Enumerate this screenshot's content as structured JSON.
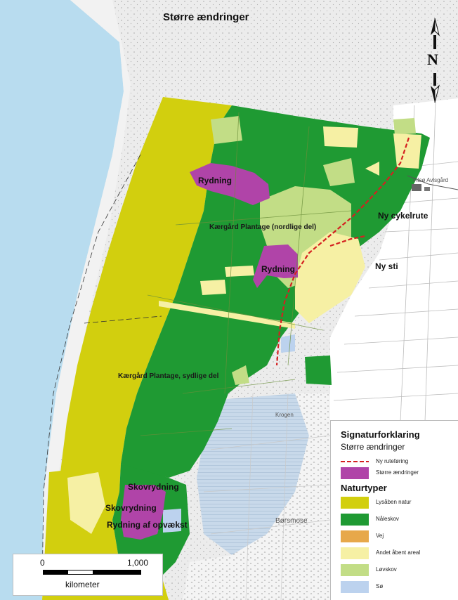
{
  "title": "Større ændringer",
  "north_label": "N",
  "labels": {
    "rydning_1": "Rydning",
    "rydning_2": "Rydning",
    "plantage_north": "Kærgård Plantage (nordlige del)",
    "plantage_south": "Kærgård Plantage, sydlige del",
    "ny_cykelrute": "Ny cykelrute",
    "ny_sti": "Ny sti",
    "skovrydning_1": "Skovrydning",
    "skovrydning_2": "Skovrydning",
    "rydning_opvaekst": "Rydning af opvækst"
  },
  "base_labels": {
    "filso": "Filsø Avlsgård",
    "borsmose": "Børsmose",
    "krogen": "Krogen"
  },
  "legend": {
    "title": "Signaturforklaring",
    "subtitle": "Større ændringer",
    "changes": [
      {
        "label": "Ny ruteføring",
        "type": "dash",
        "color": "#d42020"
      },
      {
        "label": "Større ændringer",
        "type": "fill",
        "color": "#b044a8"
      }
    ],
    "naturtyper_title": "Naturtyper",
    "naturtyper": [
      {
        "label": "Lysåben natur",
        "color": "#d2cf0e"
      },
      {
        "label": "Nåleskov",
        "color": "#1f9a33"
      },
      {
        "label": "Vej",
        "color": "#e7a84a"
      },
      {
        "label": "Andet åbent areal",
        "color": "#f6f0a4"
      },
      {
        "label": "Løvskov",
        "color": "#c2dd86"
      },
      {
        "label": "Sø",
        "color": "#bcd2ee"
      }
    ]
  },
  "scalebar": {
    "start": "0",
    "end": "1,000",
    "unit": "kilometer"
  },
  "colors": {
    "sea": "#b8dcef",
    "coast": "#e9e9e9",
    "bog": "#c3d6e7"
  }
}
